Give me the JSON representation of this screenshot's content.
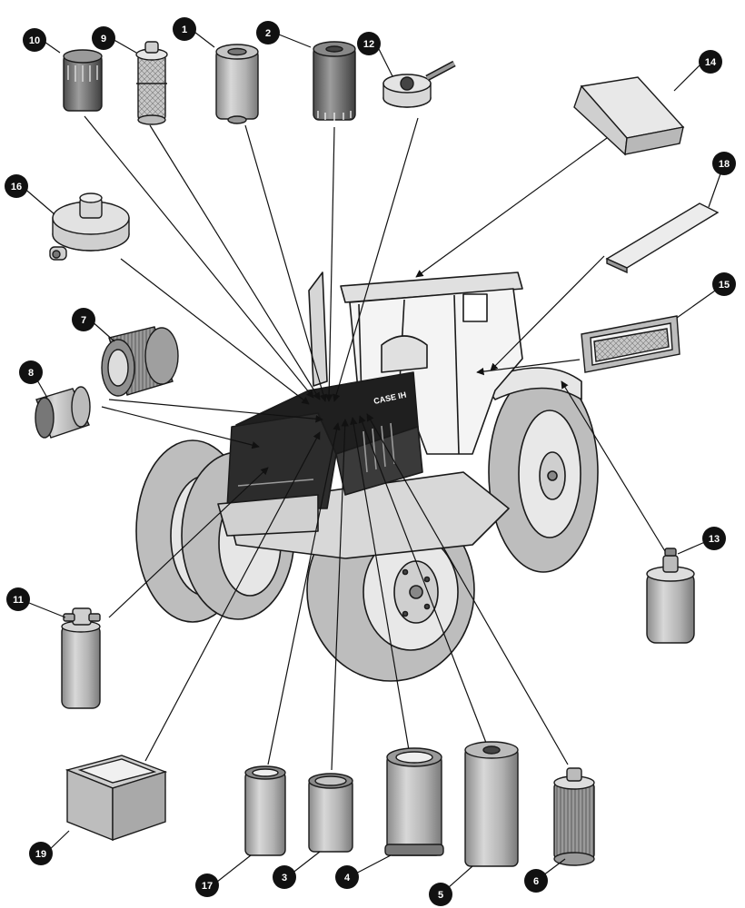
{
  "diagram": {
    "subject": "tractor-filter-locations",
    "brand_mark": "CASE IH",
    "colors": {
      "ink": "#1a1a1a",
      "badge": "#111111",
      "part_light": "#d4d4d4",
      "part_mid": "#a9a9a9",
      "part_dark": "#6e6e6e",
      "cab_fill": "#f2f2f2",
      "tyre": "#bdbdbd"
    },
    "callouts": [
      {
        "id": "1",
        "label": "1"
      },
      {
        "id": "2",
        "label": "2"
      },
      {
        "id": "3",
        "label": "3"
      },
      {
        "id": "4",
        "label": "4"
      },
      {
        "id": "5",
        "label": "5"
      },
      {
        "id": "6",
        "label": "6"
      },
      {
        "id": "7",
        "label": "7"
      },
      {
        "id": "8",
        "label": "8"
      },
      {
        "id": "9",
        "label": "9"
      },
      {
        "id": "10",
        "label": "10"
      },
      {
        "id": "11",
        "label": "11"
      },
      {
        "id": "12",
        "label": "12"
      },
      {
        "id": "13",
        "label": "13"
      },
      {
        "id": "14",
        "label": "14"
      },
      {
        "id": "15",
        "label": "15"
      },
      {
        "id": "16",
        "label": "16"
      },
      {
        "id": "17",
        "label": "17"
      },
      {
        "id": "18",
        "label": "18"
      },
      {
        "id": "19",
        "label": "19"
      }
    ]
  }
}
